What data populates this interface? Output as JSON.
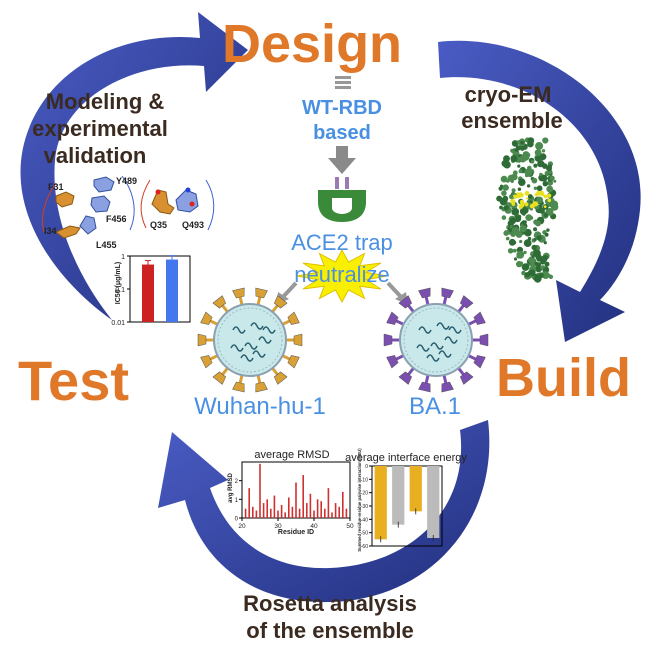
{
  "stages": {
    "design": "Design",
    "build": "Build",
    "test": "Test"
  },
  "labels": {
    "cryo_em_line1": "cryo-EM",
    "cryo_em_line2": "ensemble",
    "modeling_line1": "Modeling &",
    "modeling_line2": "experimental",
    "modeling_line3": "validation",
    "rosetta_line1": "Rosetta analysis",
    "rosetta_line2": "of the ensemble",
    "wt_rbd_line1": "WT-RBD",
    "wt_rbd_line2": "based",
    "ace2_trap": "ACE2 trap",
    "neutralize": "neutralize",
    "wuhan": "Wuhan-hu-1",
    "ba1": "BA.1"
  },
  "residues": {
    "f31": "F31",
    "y489": "Y489",
    "f456": "F456",
    "i34": "I34",
    "l455": "L455",
    "q35": "Q35",
    "q493": "Q493"
  },
  "colors": {
    "stage_orange": "#e0782a",
    "arrow_blue": "#2b3a9c",
    "arrow_blue_light": "#4a5cc4",
    "label_blue": "#4a90e2",
    "dark_text": "#3a2a20",
    "wuhan_gold": "#d9a035",
    "ba1_purple": "#7a4fb0",
    "bar_red": "#cc2222",
    "bar_blue": "#4477ee",
    "bar_gold": "#e8b020",
    "bar_gray": "#bbbbbb",
    "rmsd_red": "#d03030",
    "cryo_green": "#2e6b36"
  },
  "chart_data": [
    {
      "type": "bar",
      "ylabel": "IC50 (μg/mL)",
      "ylog": true,
      "yticks": [
        "1",
        "0.1",
        "0.01"
      ],
      "ylim": [
        0.01,
        1
      ],
      "series": [
        {
          "values": [
            0.55
          ],
          "color": "#cc2222"
        },
        {
          "values": [
            0.78
          ],
          "color": "#4477ee"
        }
      ]
    },
    {
      "type": "bar",
      "title": "average RMSD",
      "xlabel": "Residue ID",
      "ylabel": "avg RMSD",
      "xticks": [
        "20",
        "30",
        "40",
        "50"
      ],
      "yticks": [
        "2",
        "1",
        "0"
      ],
      "xlim": [
        20,
        50
      ],
      "ylim": [
        0,
        3
      ],
      "x": [
        21,
        22,
        23,
        24,
        25,
        26,
        27,
        28,
        29,
        30,
        31,
        32,
        33,
        34,
        35,
        36,
        37,
        38,
        39,
        40,
        41,
        42,
        43,
        44,
        45,
        46,
        47,
        48,
        49
      ],
      "values": [
        0.5,
        1.6,
        0.6,
        0.4,
        2.9,
        0.8,
        1.0,
        0.5,
        1.2,
        0.4,
        0.7,
        0.3,
        1.1,
        0.6,
        1.9,
        0.5,
        2.3,
        0.8,
        1.3,
        0.4,
        1.0,
        0.9,
        0.5,
        1.6,
        0.3,
        0.8,
        0.6,
        1.4,
        0.5
      ]
    },
    {
      "type": "bar",
      "title": "average interface energy",
      "ylabel": "Summed residue-residue pairwise interaction (REU)",
      "yticks": [
        "0",
        "-10",
        "-20",
        "-30",
        "-40",
        "-50",
        "-60"
      ],
      "ylim": [
        -60,
        0
      ],
      "series": [
        {
          "values": [
            -55,
            -44,
            -34,
            -54
          ],
          "colors": [
            "#e8b020",
            "#bbbbbb",
            "#e8b020",
            "#bbbbbb"
          ]
        }
      ]
    }
  ]
}
